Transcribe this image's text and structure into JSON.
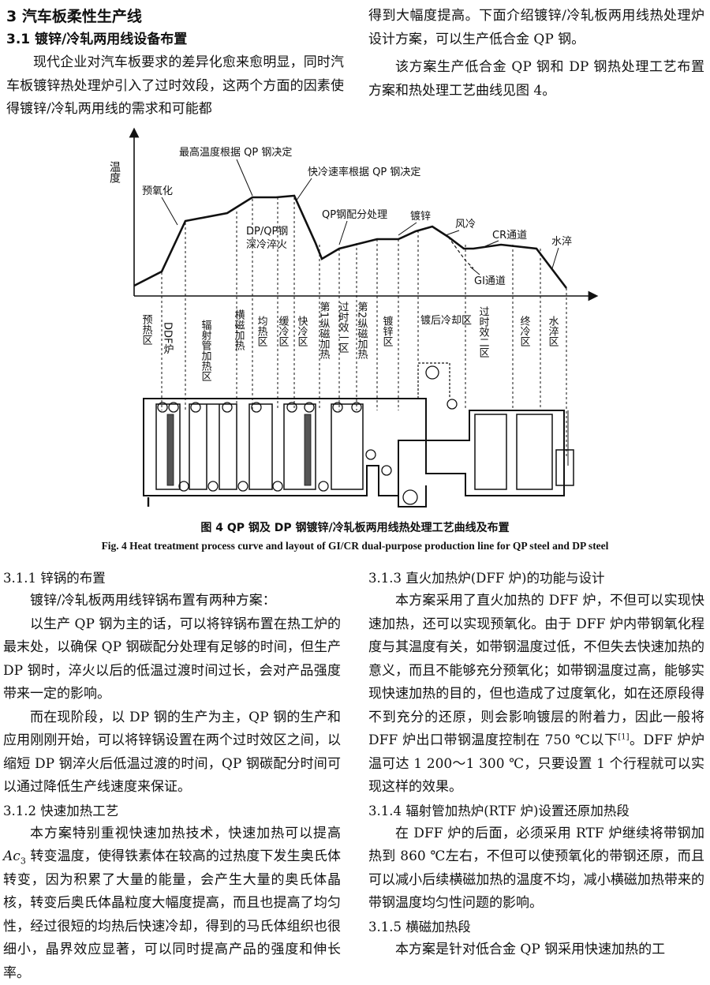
{
  "top_left": {
    "section_heading": "3  汽车板柔性生产线",
    "subsection_heading": "3.1  镀锌/冷轧两用线设备布置",
    "para1": "现代企业对汽车板要求的差异化愈来愈明显，同时汽车板镀锌热处理炉引入了过时效段，这两个方面的因素使得镀锌/冷轧两用线的需求和可能都"
  },
  "top_right": {
    "para1_cont": "得到大幅度提高。下面介绍镀锌/冷轧板两用线热处理炉设计方案，可以生产低合金 QP 钢。",
    "para2": "该方案生产低合金 QP 钢和 DP 钢热处理工艺布置方案和热处理工艺曲线见图 4。"
  },
  "figure": {
    "y_axis_label": "温度",
    "curve_annotations": {
      "preox": "预氧化",
      "max_temp": "最高温度根据 QP 钢决定",
      "fast_cool_rate": "快冷速率根据 QP 钢决定",
      "dp_qp_1": "DP/QP钢",
      "dp_qp_2": "深冷淬火",
      "qp_partition": "QP钢配分处理",
      "galv": "镀锌",
      "air_cool": "风冷",
      "cr_path": "CR通道",
      "water_quench": "水淬",
      "gi_path": "GI通道"
    },
    "zones": [
      "预热区",
      "DDF炉",
      "辐射管加热区",
      "横磁加热",
      "均热区",
      "缓冷区",
      "快冷区",
      "第1纵磁加热",
      "过时效一区",
      "第2纵磁加热",
      "镀锌区",
      "镀后冷却区",
      "过时效二区",
      "终冷区",
      "水淬区"
    ],
    "caption_cn": "图 4   QP 钢及 DP 钢镀锌/冷轧板两用线热处理工艺曲线及布置",
    "caption_en": "Fig. 4   Heat treatment process curve and layout of GI/CR dual-purpose production line for QP steel and DP steel"
  },
  "left_col": {
    "h_311": "3.1.1   锌锅的布置",
    "p1": "镀锌/冷轧板两用线锌锅布置有两种方案：",
    "p2": "以生产 QP 钢为主的话，可以将锌锅布置在热工炉的最末处，以确保 QP 钢碳配分处理有足够的时间，但生产 DP 钢时，淬火以后的低温过渡时间过长，会对产品强度带来一定的影响。",
    "p3": "而在现阶段，以 DP 钢的生产为主，QP 钢的生产和应用刚刚开始，可以将锌锅设置在两个过时效区之间，以缩短 DP 钢淬火后低温过渡的时间，QP 钢碳配分时间可以通过降低生产线速度来保证。",
    "h_312": "3.1.2   快速加热工艺",
    "p4_a": "本方案特别重视快速加热技术，快速加热可以提高 ",
    "p4_ac": "Ac",
    "p4_sub": "3",
    "p4_b": " 转变温度，使得铁素体在较高的过热度下发生奥氏体转变，因为积累了大量的能量，会产生大量的奥氏体晶核，转变后奥氏体晶粒度大幅度提高，而且也提高了均匀性，经过很短的均热后快速冷却，得到的马氏体组织也很细小，晶界效应显著，可以同时提高产品的强度和伸长率。"
  },
  "right_col": {
    "h_313": "3.1.3   直火加热炉(DFF 炉)的功能与设计",
    "p1_a": "本方案采用了直火加热的 DFF 炉，不但可以实现快速加热，还可以实现预氧化。由于 DFF 炉内带钢氧化程度与其温度有关，如带钢温度过低，不但失去快速加热的意义，而且不能够充分预氧化；如带钢温度过高，能够实现快速加热的目的，但也造成了过度氧化，如在还原段得不到充分的还原，则会影响镀层的附着力，因此一般将 DFF 炉出口带钢温度控制在 750 ℃以下",
    "p1_ref": "[1]",
    "p1_b": "。DFF 炉炉温可达 1 200～1 300 ℃，只要设置 1 个行程就可以实现这样的效果。",
    "h_314": "3.1.4   辐射管加热炉(RTF 炉)设置还原加热段",
    "p2": "在 DFF 炉的后面，必须采用 RTF 炉继续将带钢加热到 860 ℃左右，不但可以使预氧化的带钢还原，而且可以减小后续横磁加热的温度不均，减小横磁加热带来的带钢温度均匀性问题的影响。",
    "h_315": "3.1.5   横磁加热段",
    "p3": "本方案是针对低合金 QP 钢采用快速加热的工"
  }
}
